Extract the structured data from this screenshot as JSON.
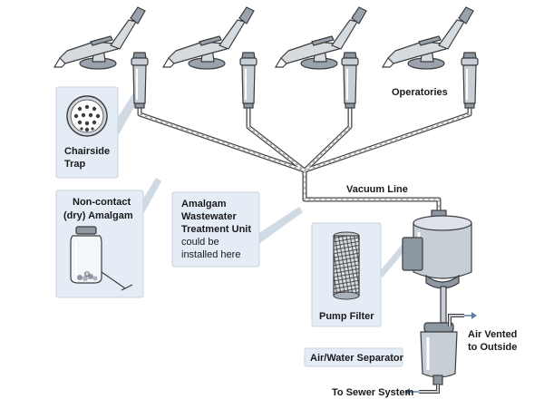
{
  "labels": {
    "operatories": "Operatories",
    "chairside_trap_l1": "Chairside",
    "chairside_trap_l2": "Trap",
    "vacuum_line": "Vacuum Line",
    "amalgam_l1": "Non-contact",
    "amalgam_l2": "(dry) Amalgam",
    "treatment_l1": "Amalgam",
    "treatment_l2": "Wastewater",
    "treatment_l3": "Treatment Unit",
    "treatment_l4": "could be",
    "treatment_l5": "installed here",
    "pump_filter": "Pump Filter",
    "air_vented_l1": "Air Vented",
    "air_vented_l2": "to Outside",
    "separator": "Air/Water Separator",
    "sewer": "To Sewer System"
  },
  "colors": {
    "callout_fill": "#e4ecf5",
    "pipe": "#4a4a4a",
    "metal": "#c7ced6",
    "chair": "#d6dbe0"
  }
}
